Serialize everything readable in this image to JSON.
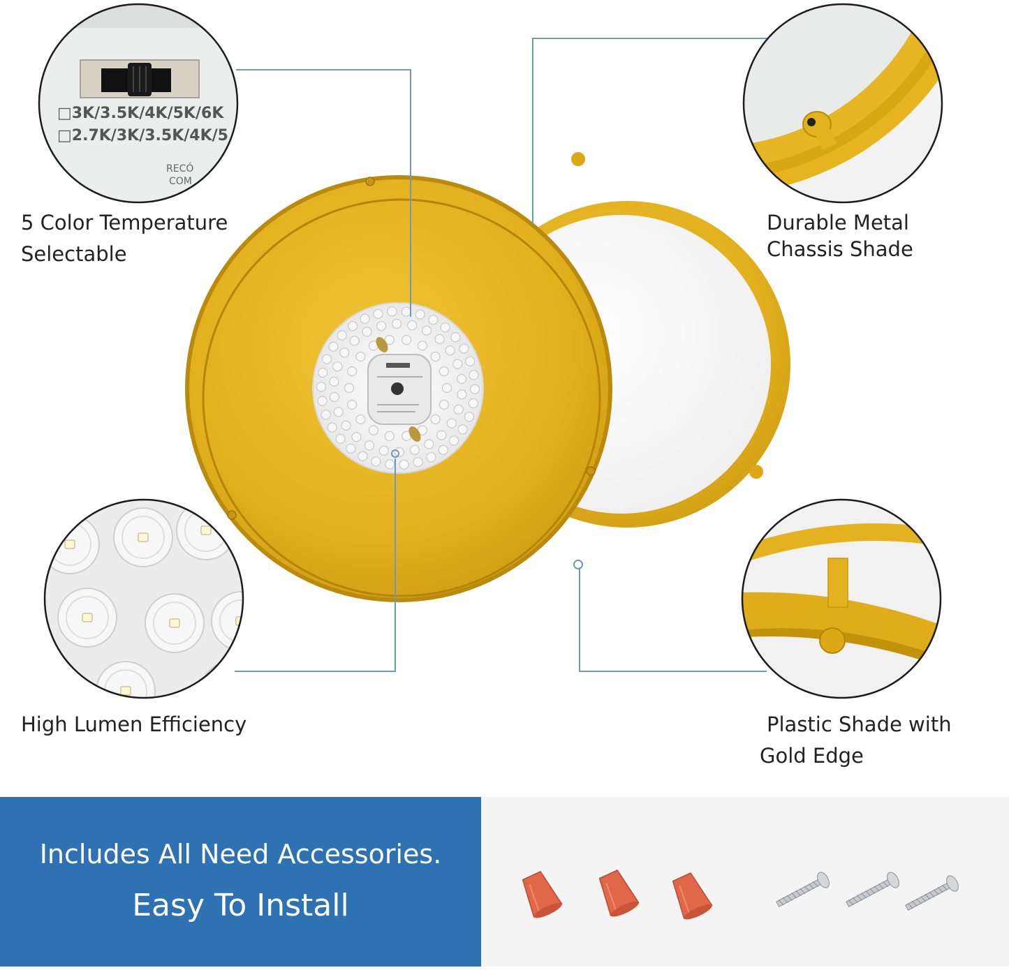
{
  "callouts": {
    "color_temp": {
      "title_line1": "5 Color Temperature",
      "title_line2": "Selectable",
      "switch_text_line1": "□3K/3.5K/4K/5K/6K",
      "switch_text_line2": "□2.7K/3K/3.5K/4K/5",
      "brand_line1": "RECÓ",
      "brand_line2": "COM"
    },
    "metal_chassis": {
      "title_line1": "Durable Metal",
      "title_line2": "Chassis Shade"
    },
    "lumen": {
      "title_line1": "High Lumen Efficiency"
    },
    "plastic_shade": {
      "title_line1": "Plastic Shade with",
      "title_line2": "Gold Edge"
    }
  },
  "banner": {
    "line1": "Includes All Need Accessories.",
    "line2": "Easy To Install",
    "background": "#2f72b3"
  },
  "accessories": {
    "wire_nuts": 3,
    "screws": 3,
    "wire_nut_color": "#e0674a"
  },
  "colors": {
    "gold": "#e4b21f",
    "gold_dark": "#c99610",
    "callout_line": "#6f98bd",
    "circle_outline": "#1c1c1c"
  }
}
